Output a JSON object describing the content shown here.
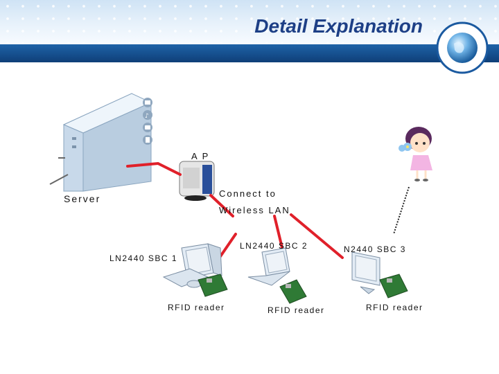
{
  "title": "Detail Explanation",
  "diagram": {
    "server_label": "Server",
    "ap_label": "A P",
    "connect_label": "Connect to",
    "wireless_label": "Wireless LAN",
    "sbc1_label": "LN2440 SBC 1",
    "sbc2_label": "LN2440 SBC 2",
    "sbc3_label": "N2440 SBC 3",
    "rfid1_label": "RFID reader",
    "rfid2_label": "RFID reader",
    "rfid3_label": "RFID reader"
  },
  "colors": {
    "link": "#e0202a",
    "title": "#1d3f86",
    "header_band": "#1b5aa0"
  }
}
